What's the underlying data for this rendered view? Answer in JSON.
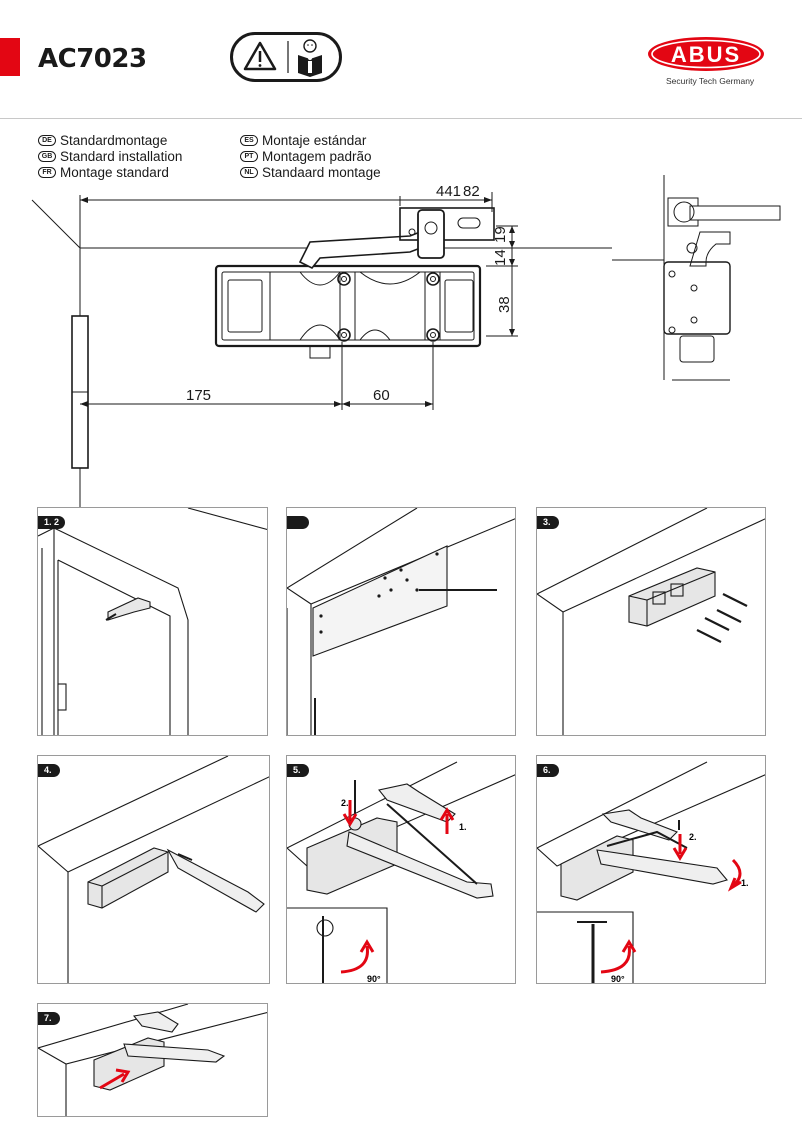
{
  "header": {
    "model": "AC7023",
    "brand": "ABUS",
    "tagline": "Security Tech Germany",
    "accent_color": "#e30613"
  },
  "languages": [
    {
      "code": "DE",
      "label": "Standardmontage"
    },
    {
      "code": "GB",
      "label": "Standard installation"
    },
    {
      "code": "FR",
      "label": "Montage standard"
    },
    {
      "code": "ES",
      "label": "Montaje estándar"
    },
    {
      "code": "PT",
      "label": "Montagem padrão"
    },
    {
      "code": "NL",
      "label": "Standaard montage"
    }
  ],
  "dimensions": {
    "top_width": "441",
    "top_offset": "82",
    "d19": "19",
    "d14": "14",
    "d38": "38",
    "d175": "175",
    "d60": "60"
  },
  "steps": [
    {
      "badge": "1. 2",
      "notes": []
    },
    {
      "badge": "",
      "notes": []
    },
    {
      "badge": "3.",
      "notes": []
    },
    {
      "badge": "4.",
      "notes": []
    },
    {
      "badge": "5.",
      "notes": [
        "2.",
        "1.",
        "90°"
      ]
    },
    {
      "badge": "6.",
      "notes": [
        "2.",
        "1.",
        "90°"
      ]
    },
    {
      "badge": "7.",
      "notes": []
    }
  ],
  "icons": [
    "warning-icon",
    "manual-icon",
    "abus-logo"
  ]
}
